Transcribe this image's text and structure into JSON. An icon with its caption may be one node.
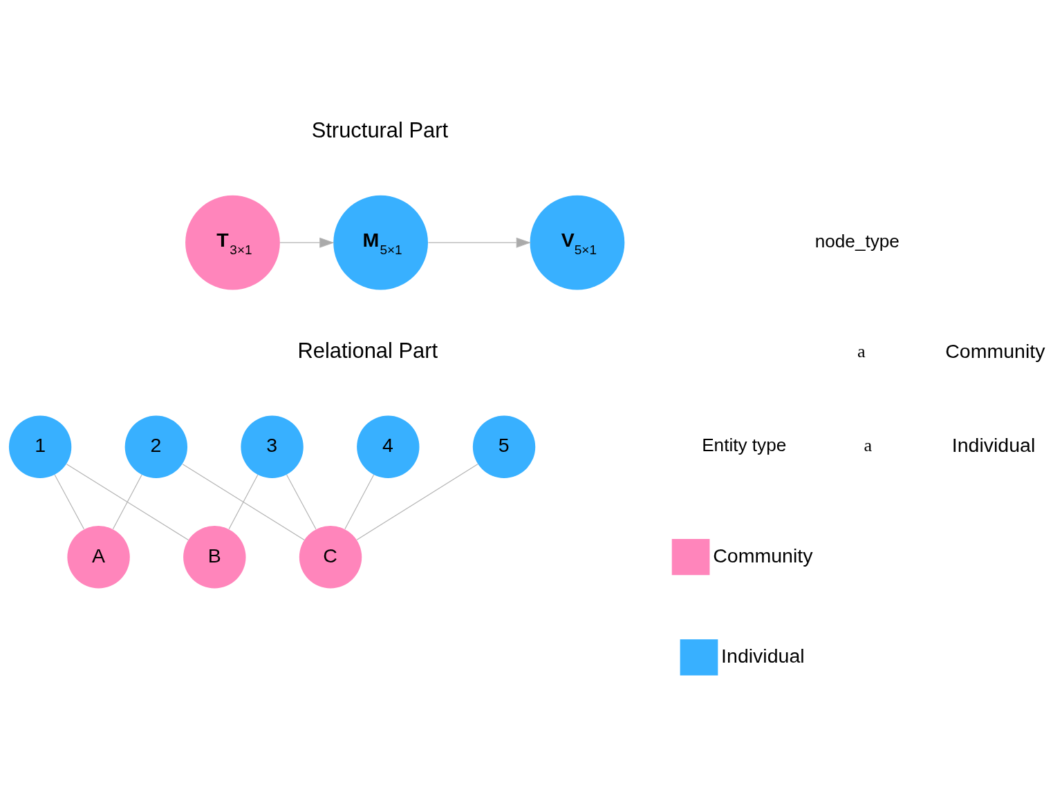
{
  "diagram": {
    "nodes": [
      {
        "text": [
          "**T**$_{3×1}$"
        ]
      },
      {
        "text": [
          "**M**$_{5×1}$"
        ]
      },
      {
        "text": [
          "**V**$_{5×1}$"
        ]
      },
      {
        "text": [
          "1"
        ]
      },
      {
        "text": [
          "2"
        ]
      },
      {
        "text": [
          "3"
        ]
      },
      {
        "text": [
          "4"
        ]
      },
      {
        "text": [
          "5"
        ]
      },
      {
        "text": [
          "A"
        ]
      },
      {
        "text": [
          "B"
        ]
      },
      {
        "text": [
          "C"
        ]
      }
    ],
    "edges": [
      {
        "from": 0,
        "to": 1,
        "arrow": "to"
      },
      {
        "from": 1,
        "to": 2,
        "arrow": "to"
      },
      {
        "from": 3,
        "to": 8,
        "arrow": "none"
      },
      {
        "from": 3,
        "to": 9,
        "arrow": "none"
      },
      {
        "from": 4,
        "to": 8,
        "arrow": "none"
      },
      {
        "from": 4,
        "to": 10,
        "arrow": "none"
      },
      {
        "from": 5,
        "to": 9,
        "arrow": "none"
      },
      {
        "from": 5,
        "to": 10,
        "arrow": "none"
      },
      {
        "from": 6,
        "to": 10,
        "arrow": "none"
      },
      {
        "from": 7,
        "to": 10,
        "arrow": "none"
      }
    ],
    "labels": [
      "Structural Part",
      "node_type",
      "a",
      "a",
      "Relational Part",
      "Entity type"
    ],
    "legend": [
      {
        "text": "Community"
      },
      {
        "text": "Individual"
      },
      {
        "text": "Community",
        "color": "#ff85bb"
      },
      {
        "text": "Individual",
        "color": "#38b0ff"
      }
    ]
  }
}
